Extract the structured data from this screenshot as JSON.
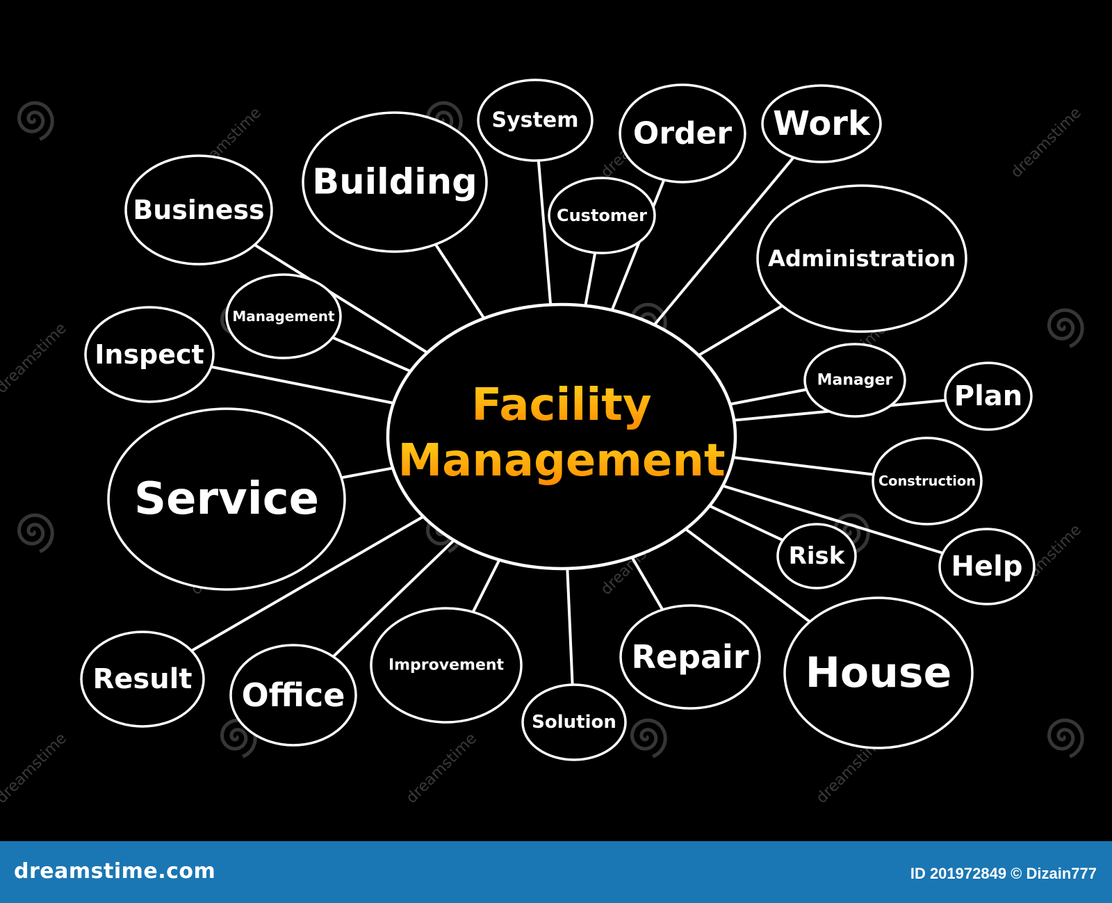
{
  "diagram": {
    "center_line1": "Facility",
    "center_line2": "Management",
    "center_colors": [
      "#ffd21a",
      "#ff8a00"
    ],
    "nodes": [
      {
        "id": "system",
        "label": "System"
      },
      {
        "id": "order",
        "label": "Order"
      },
      {
        "id": "work",
        "label": "Work"
      },
      {
        "id": "building",
        "label": "Building"
      },
      {
        "id": "business",
        "label": "Business"
      },
      {
        "id": "customer",
        "label": "Customer"
      },
      {
        "id": "administration",
        "label": "Administration"
      },
      {
        "id": "management",
        "label": "Management"
      },
      {
        "id": "inspect",
        "label": "Inspect"
      },
      {
        "id": "manager",
        "label": "Manager"
      },
      {
        "id": "plan",
        "label": "Plan"
      },
      {
        "id": "service",
        "label": "Service"
      },
      {
        "id": "construction",
        "label": "Construction"
      },
      {
        "id": "risk",
        "label": "Risk"
      },
      {
        "id": "help",
        "label": "Help"
      },
      {
        "id": "result",
        "label": "Result"
      },
      {
        "id": "office",
        "label": "Office"
      },
      {
        "id": "improvement",
        "label": "Improvement"
      },
      {
        "id": "solution",
        "label": "Solution"
      },
      {
        "id": "repair",
        "label": "Repair"
      },
      {
        "id": "house",
        "label": "House"
      }
    ]
  },
  "watermark": {
    "text": "dreamstime"
  },
  "footer": {
    "brand": "dreamstime.com",
    "id_text": "ID 201972849 © Dizain777",
    "background": "#1a77b4"
  }
}
